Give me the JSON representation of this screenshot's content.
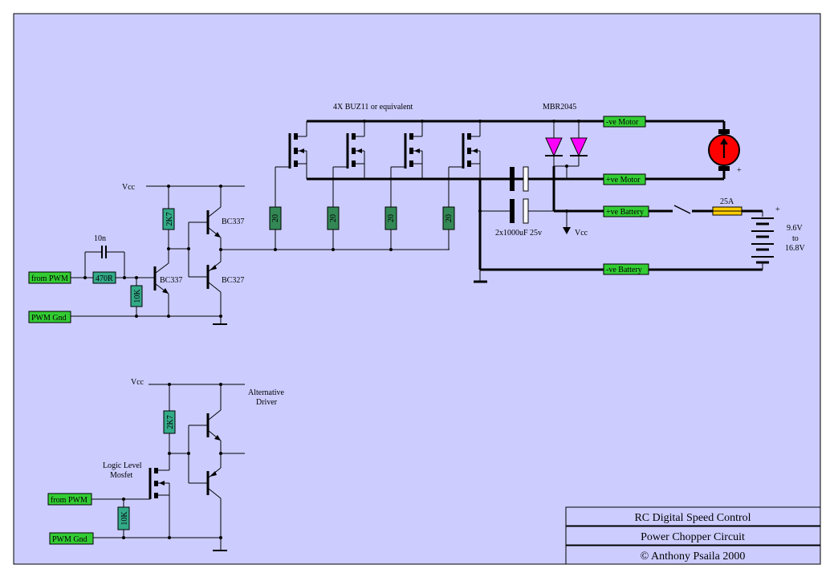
{
  "title_block": {
    "line1": "RC  Digital Speed Control",
    "line2": "Power Chopper Circuit",
    "line3": "© Anthony Psaila 2000"
  },
  "labels": {
    "buz": "4X  BUZ11 or equivalent",
    "mbr": "MBR2045",
    "cap": "2x1000uF 25v",
    "vcc_main": "Vcc",
    "vcc_cap": "Vcc",
    "vcc_alt": "Vcc",
    "bc337_top": "BC337",
    "bc337_in": "BC337",
    "bc327": "BC327",
    "cap_10n": "10n",
    "fuse": "25A",
    "battery_v1": "9.6V",
    "battery_v2": "to",
    "battery_v3": "16.8V",
    "alt_driver_1": "Alternative",
    "alt_driver_2": "Driver",
    "logic_mosfet_1": "Logic Level",
    "logic_mosfet_2": "Mosfet",
    "plus_motor": "+",
    "plus_battery": "+"
  },
  "resistors": {
    "r_470r": "470R",
    "r_2k7": "2K7",
    "r_10k": "10K",
    "r_gate1": "20",
    "r_gate2": "20",
    "r_gate3": "20",
    "r_gate4": "20",
    "r_2k7_alt": "2K7",
    "r_10k_alt": "10K"
  },
  "terminals": {
    "from_pwm": "from PWM",
    "pwm_gnd": "PWM Gnd",
    "neg_motor": "-ve Motor",
    "pos_motor": "+ve Motor",
    "pos_battery": "+ve Battery",
    "neg_battery": "-ve Battery",
    "from_pwm_alt": "from PWM",
    "pwm_gnd_alt": "PWM Gnd"
  },
  "colors": {
    "background": "#ccccff",
    "terminal": "#33cc33",
    "resistor_small": "#33aa88",
    "resistor_gate": "#338855",
    "diode": "#ff00ff",
    "motor": "#ff0000",
    "fuse": "#ffcc00"
  }
}
